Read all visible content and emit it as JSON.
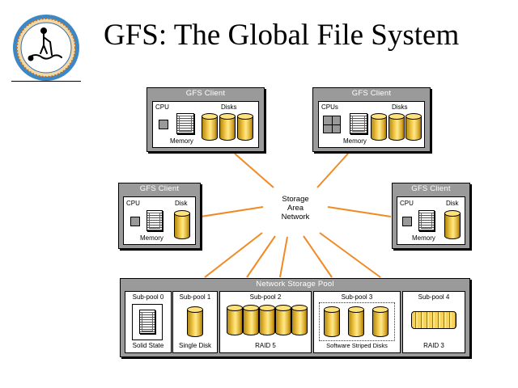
{
  "title": "GFS: The Global File System",
  "san_label": [
    "Storage",
    "Area",
    "Network"
  ],
  "clients": [
    {
      "title": "GFS Client",
      "cpu_label": "CPU",
      "disk_label": "Disks",
      "memory_label": "Memory"
    },
    {
      "title": "GFS Client",
      "cpu_label": "CPUs",
      "disk_label": "Disks",
      "memory_label": "Memory"
    },
    {
      "title": "GFS Client",
      "cpu_label": "CPU",
      "disk_label": "Disk",
      "memory_label": "Memory"
    },
    {
      "title": "GFS Client",
      "cpu_label": "CPU",
      "disk_label": "Disk",
      "memory_label": "Memory"
    }
  ],
  "pool": {
    "title": "Network Storage Pool",
    "subpools": [
      {
        "name": "Sub-pool 0",
        "label": "Solid State"
      },
      {
        "name": "Sub-pool 1",
        "label": "Single Disk"
      },
      {
        "name": "Sub-pool 2",
        "label": "RAID 5"
      },
      {
        "name": "Sub-pool 3",
        "label": "Software Striped Disks"
      },
      {
        "name": "Sub-pool 4",
        "label": "RAID 3"
      }
    ]
  },
  "colors": {
    "link": "#f08a24",
    "box": "#9a9a9a",
    "disk": "#f4c84a"
  },
  "icons": [
    "logo-seal-icon",
    "cpu-chip-icon",
    "memory-module-icon",
    "disk-cylinder-icon"
  ]
}
